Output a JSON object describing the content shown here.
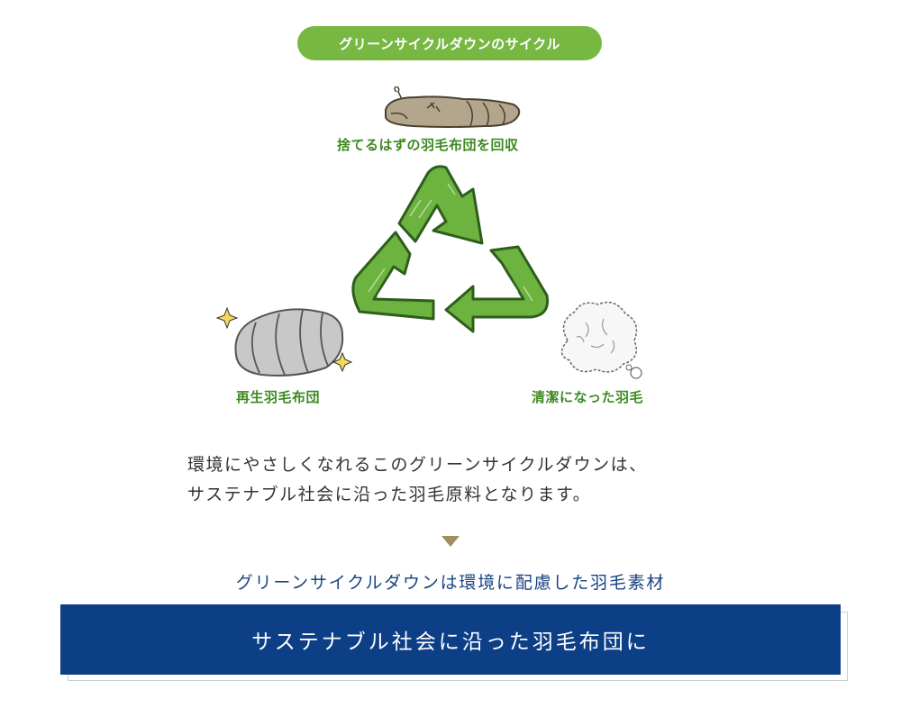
{
  "badge": {
    "label": "グリーンサイクルダウンのサイクル"
  },
  "cycle": {
    "top_label": "捨てるはずの羽毛布団を回収",
    "left_label": "再生羽毛布団",
    "right_label": "清潔になった羽毛"
  },
  "illustrations": {
    "bag": "futon-bag-icon",
    "recycle": "recycle-arrows-icon",
    "futon": "rolled-futon-icon",
    "down": "down-feather-icon"
  },
  "description": {
    "line1": "環境にやさしくなれるこのグリーンサイクルダウンは、",
    "line2": "サステナブル社会に沿った羽毛原料となります。"
  },
  "subheading": "グリーンサイクルダウンは環境に配慮した羽毛素材",
  "banner": {
    "text": "サステナブル社会に沿った羽毛布団に"
  },
  "colors": {
    "badge": "#77b843",
    "label_green": "#3d8a22",
    "arrow_green": "#6db33f",
    "arrow_tan": "#a38f5d",
    "navy": "#0d3f86",
    "sub_blue": "#1a4482"
  }
}
